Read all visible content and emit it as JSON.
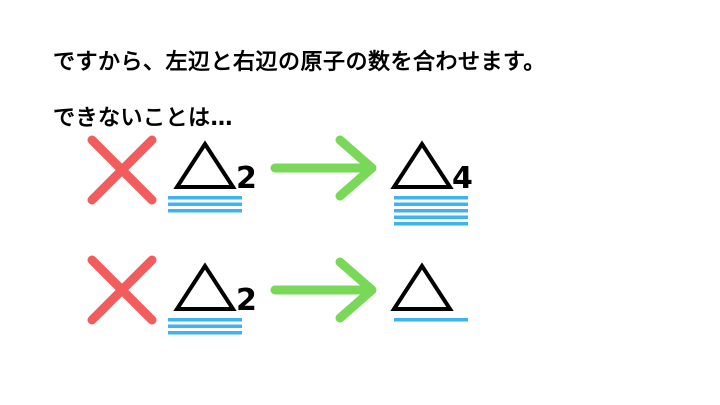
{
  "text": {
    "line1": "ですから、左辺と右辺の原子の数を合わせます。",
    "line2": "できないことは…"
  },
  "rows": [
    {
      "mark": "cross",
      "left": {
        "subscript": "2",
        "underline_count": 3
      },
      "right": {
        "subscript": "4",
        "underline_count": 5
      }
    },
    {
      "mark": "cross",
      "left": {
        "subscript": "2",
        "underline_count": 3
      },
      "right": {
        "subscript": "",
        "underline_count": 1
      }
    }
  ],
  "icons": {
    "mark": "cross-icon",
    "symbol": "triangle-icon",
    "arrow": "arrow-right-icon"
  },
  "colors": {
    "text": "#000000",
    "cross": "#f25c5c",
    "arrow": "#7ad858",
    "underline": "#3fb3f0",
    "triangle": "#000000"
  }
}
